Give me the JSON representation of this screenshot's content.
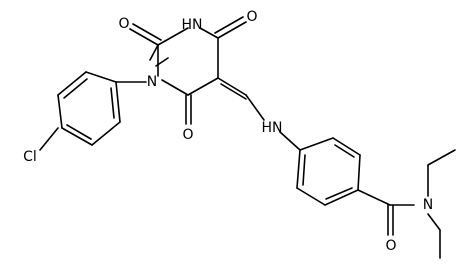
{
  "atoms": {
    "cl": "Cl",
    "n_ring": "N",
    "nh_ring": "HN",
    "o_c2": "O",
    "o_c4": "O",
    "o_c6": "O",
    "nh_link": "HN",
    "o_amide": "O",
    "n_amide": "N"
  },
  "colors": {
    "bond": "#000000",
    "background": "#ffffff"
  }
}
